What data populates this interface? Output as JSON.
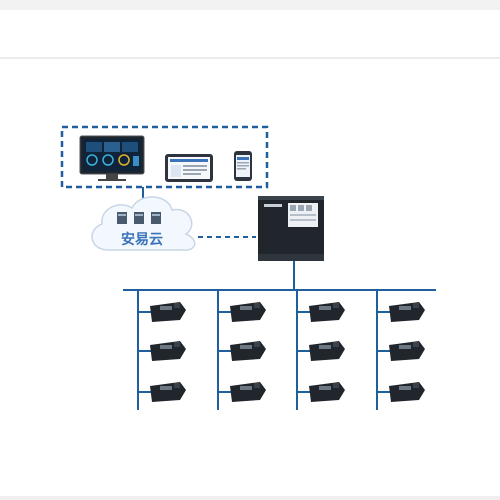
{
  "diagram": {
    "cloud_label": "安易云",
    "colors": {
      "accent": "#1f5f9e",
      "cloud_text": "#3a73b8",
      "dark_device": "#20262c",
      "cloud_fill": "#f3f8fe"
    },
    "client_devices": [
      "monitor-dashboard",
      "tablet",
      "smartphone"
    ],
    "meter_columns": 4,
    "meters_per_column": 3
  }
}
